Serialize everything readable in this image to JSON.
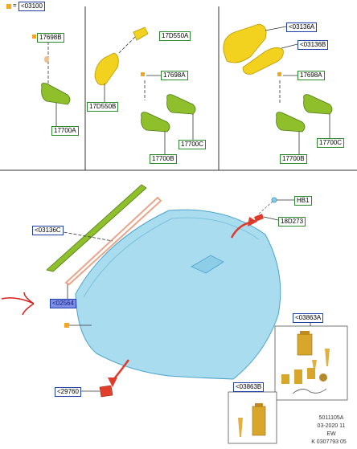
{
  "legend": {
    "text": "=",
    "ref": "<03100",
    "swatch_color": "#f5a623"
  },
  "panel_mirror_a": {
    "part1": "17698B",
    "part2": "17700A"
  },
  "panel_mirror_b": {
    "cover": "17D550A",
    "base": "17D550B",
    "clip": "17698A",
    "mirror_a": "17700C",
    "mirror_b": "17700B"
  },
  "panel_mirror_c": {
    "cover_a": "<03136A",
    "cover_b": "<03136B",
    "clip": "17698A",
    "mirror_a": "17700C",
    "mirror_b": "17700B"
  },
  "windshield": {
    "moulding": "<03136C",
    "seal": "<02564",
    "sensor_bracket": "HB1",
    "connector": "18D273",
    "lower_clip": "<29760",
    "kit_a": "<03863A",
    "kit_b": "<03863B"
  },
  "footer": {
    "line1": "5011105A",
    "line2": "03-2020 11",
    "line3": "EW",
    "line4": "K 0307793 05"
  },
  "colors": {
    "yellow": "#f2d21f",
    "green": "#8fbf2b",
    "glass": "#a9dcef",
    "glass_edge": "#4aa3c9",
    "orange": "#f5a623",
    "red": "#e03a2b",
    "label_green": "#2a8a2a",
    "label_blue": "#1f3fa8",
    "label_fill": "#7f8fe8"
  }
}
